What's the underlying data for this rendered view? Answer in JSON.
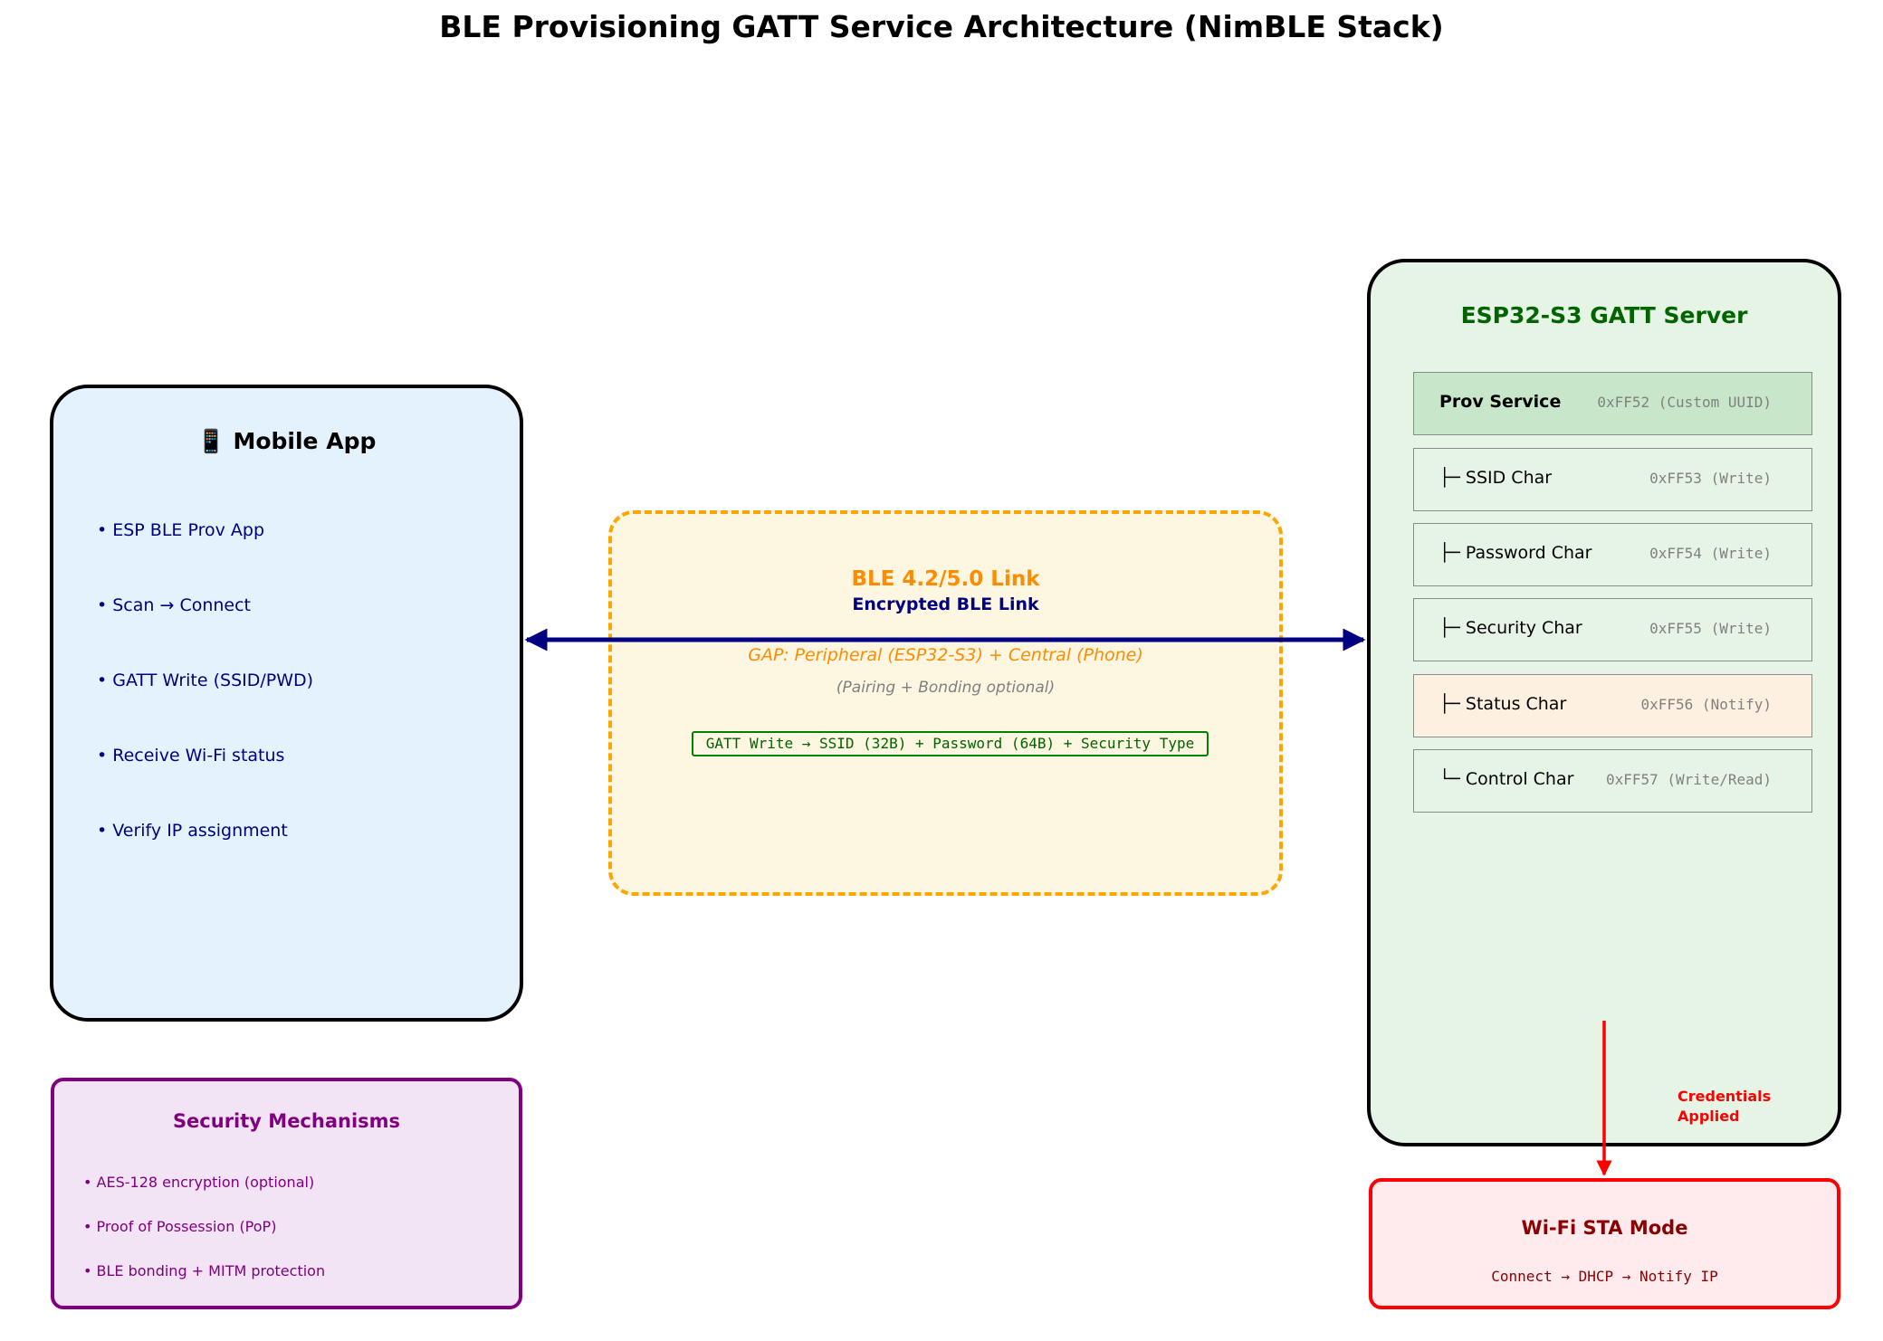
{
  "title": "BLE Provisioning GATT Service Architecture (NimBLE Stack)",
  "mobile_app": {
    "title": "📱 Mobile App",
    "items": [
      "• ESP BLE Prov App",
      "• Scan → Connect",
      "• GATT Write (SSID/PWD)",
      "• Receive Wi-Fi status",
      "• Verify IP assignment"
    ]
  },
  "link": {
    "title": "BLE 4.2/5.0 Link",
    "subtitle": "Encrypted BLE Link",
    "gap": "GAP: Peripheral (ESP32-S3) + Central (Phone)",
    "note": "(Pairing + Bonding optional)",
    "payload": "GATT Write → SSID (32B) + Password (64B) + Security Type"
  },
  "server": {
    "title": "ESP32-S3 GATT Server",
    "rows": [
      {
        "label": "Prov Service",
        "uuid": "0xFF52 (Custom UUID)"
      },
      {
        "label": "├─ SSID Char",
        "uuid": "0xFF53 (Write)"
      },
      {
        "label": "├─ Password Char",
        "uuid": "0xFF54 (Write)"
      },
      {
        "label": "├─ Security Char",
        "uuid": "0xFF55 (Write)"
      },
      {
        "label": "├─ Status Char",
        "uuid": "0xFF56 (Notify)"
      },
      {
        "label": "└─ Control Char",
        "uuid": "0xFF57 (Write/Read)"
      }
    ]
  },
  "security": {
    "title": "Security Mechanisms",
    "items": [
      "• AES-128 encryption (optional)",
      "• Proof of Possession (PoP)",
      "• BLE bonding + MITM protection"
    ]
  },
  "wifi": {
    "title": "Wi-Fi STA Mode",
    "subtitle": "Connect → DHCP → Notify IP"
  },
  "credentials_label_line1": "Credentials",
  "credentials_label_line2": "Applied",
  "colors": {
    "mobile_bg": "#e3f2fd",
    "link_border": "#ffa500",
    "server_bg": "#e6f4e6",
    "security_border": "#800080",
    "wifi_border": "#ff0000",
    "arrow_navy": "#000080",
    "arrow_red": "#ff0000"
  }
}
